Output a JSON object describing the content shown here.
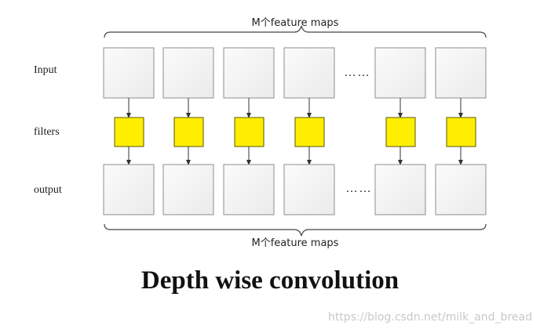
{
  "top_brace": {
    "label": "M个feature maps"
  },
  "bottom_brace": {
    "label": "M个feature maps"
  },
  "rows": {
    "input": {
      "label": "Input"
    },
    "filters": {
      "label": "filters"
    },
    "output": {
      "label": "output"
    }
  },
  "ellipsis": "……",
  "caption": "Depth wise convolution",
  "watermark": "https://blog.csdn.net/milk_and_bread",
  "colors": {
    "map_fill": "#f3f3f3",
    "map_stroke": "#8e8e8e",
    "filter_fill": "#ffee00",
    "filter_stroke": "#5a5a00",
    "arrow": "#333333"
  }
}
